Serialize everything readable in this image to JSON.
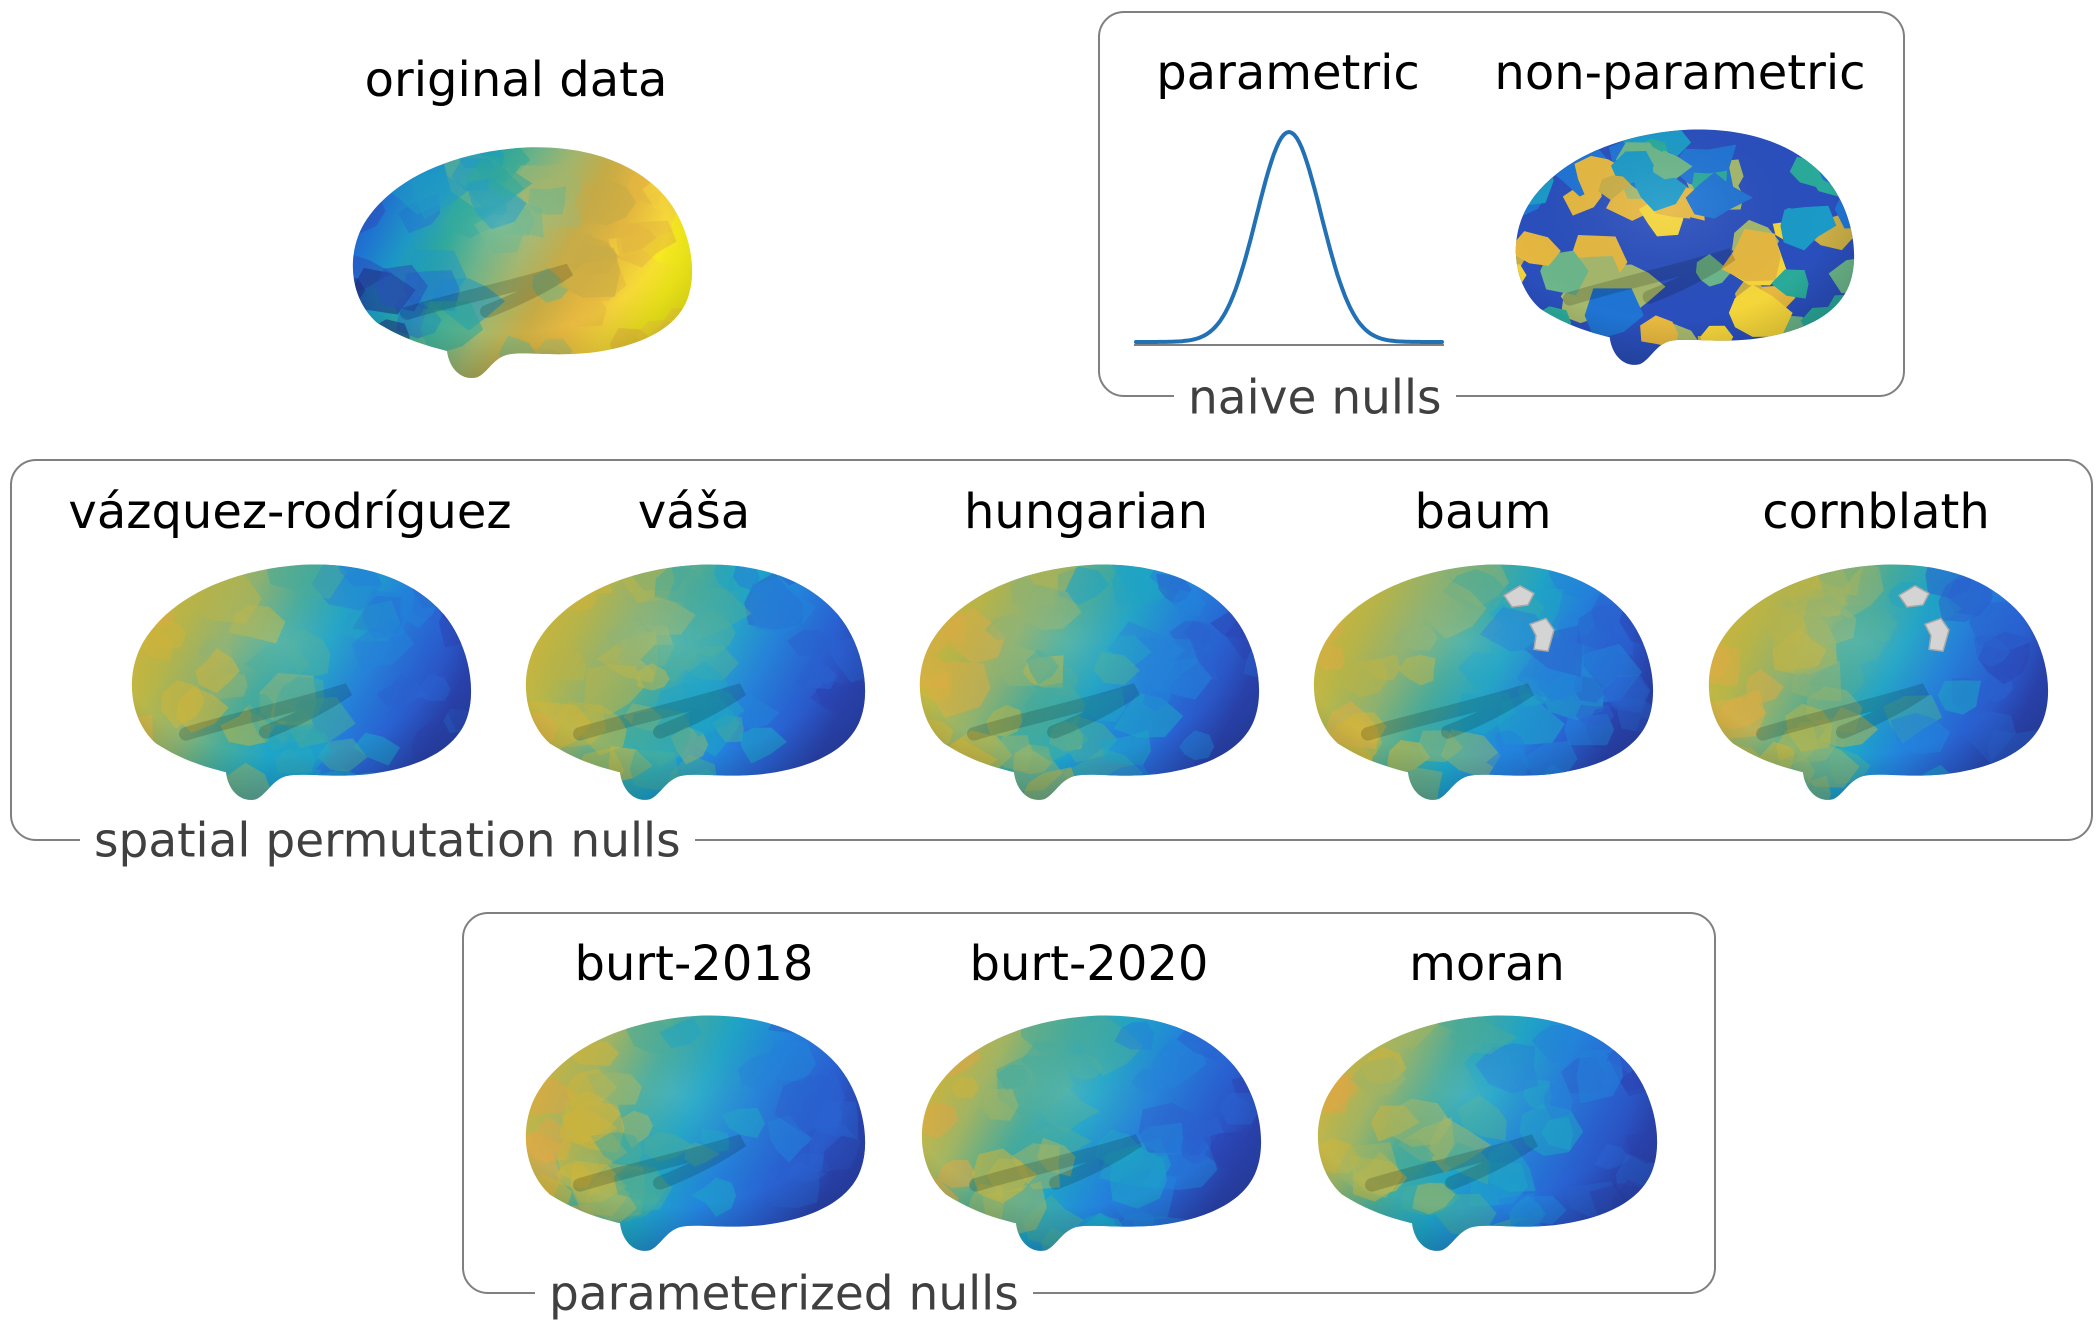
{
  "original": {
    "title": "original data",
    "palette": [
      "#1f2d80",
      "#2a4fbd",
      "#1f74d4",
      "#1b9ac8",
      "#2aaa9a",
      "#6cb68a",
      "#a5b86c",
      "#c9ad45",
      "#e6b840",
      "#f5d63a",
      "#f8f01a"
    ],
    "direction": "left-to-right"
  },
  "naive": {
    "group_label": "naive nulls",
    "parametric_title": "parametric",
    "nonparametric_title": "non-parametric",
    "curve_color": "#2271b5",
    "axis_color": "#808080",
    "palette": [
      "#2a4fbd",
      "#1b9ac8",
      "#2aaa9a",
      "#6cb68a",
      "#a5b86c",
      "#e6b840",
      "#f5d63a",
      "#1f74d4",
      "#c9ad45"
    ]
  },
  "spatial": {
    "group_label": "spatial permutation nulls",
    "items": [
      {
        "title": "vázquez-rodríguez",
        "missing": false
      },
      {
        "title": "váša",
        "missing": false
      },
      {
        "title": "hungarian",
        "missing": false
      },
      {
        "title": "baum",
        "missing": true
      },
      {
        "title": "cornblath",
        "missing": true
      }
    ],
    "palette": [
      "#dcae45",
      "#d2b63a",
      "#b9b748",
      "#8fb471",
      "#46ad9c",
      "#1ea6c9",
      "#2383dd",
      "#2962d2",
      "#2b45b4"
    ],
    "direction": "left-to-right",
    "missing_color": "#d8d8d8"
  },
  "parameterized": {
    "group_label": "parameterized nulls",
    "items": [
      {
        "title": "burt-2018"
      },
      {
        "title": "burt-2020"
      },
      {
        "title": "moran"
      }
    ],
    "palette": [
      "#e0a945",
      "#d2b63a",
      "#a3b763",
      "#46ad9c",
      "#1ea6c9",
      "#2383dd",
      "#2962d2",
      "#2b45b4"
    ],
    "direction": "left-to-right"
  }
}
